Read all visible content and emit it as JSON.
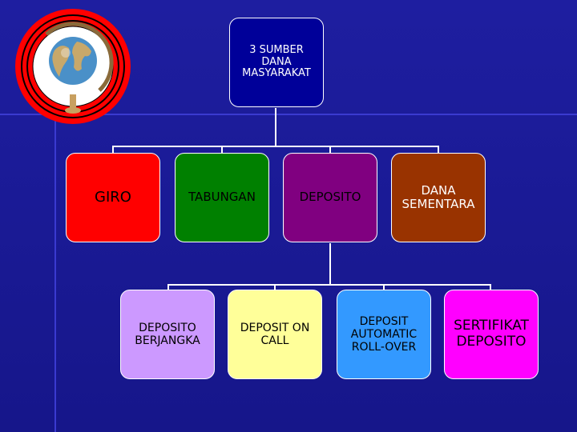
{
  "colors": {
    "background": "#1a1a8e",
    "root": "#000099",
    "giro": "#ff0000",
    "tabungan": "#008000",
    "deposito": "#800080",
    "dana_sementara": "#993300",
    "deposito_berjangka": "#cc99ff",
    "deposit_on_call": "#ffff99",
    "deposit_automatic": "#3399ff",
    "sertifikat_deposito": "#ff00ff"
  },
  "logo": {
    "icon": "globe-icon"
  },
  "root": {
    "label": "3 SUMBER\nDANA\nMASYARAKAT"
  },
  "level1": [
    {
      "label": "GIRO"
    },
    {
      "label": "TABUNGAN"
    },
    {
      "label": "DEPOSITO"
    },
    {
      "label": "DANA\nSEMENTARA"
    }
  ],
  "level2": [
    {
      "label": "DEPOSITO\nBERJANGKA"
    },
    {
      "label": "DEPOSIT ON\nCALL"
    },
    {
      "label": "DEPOSIT\nAUTOMATIC\nROLL-OVER"
    },
    {
      "label": "SERTIFIKAT\nDEPOSITO"
    }
  ]
}
